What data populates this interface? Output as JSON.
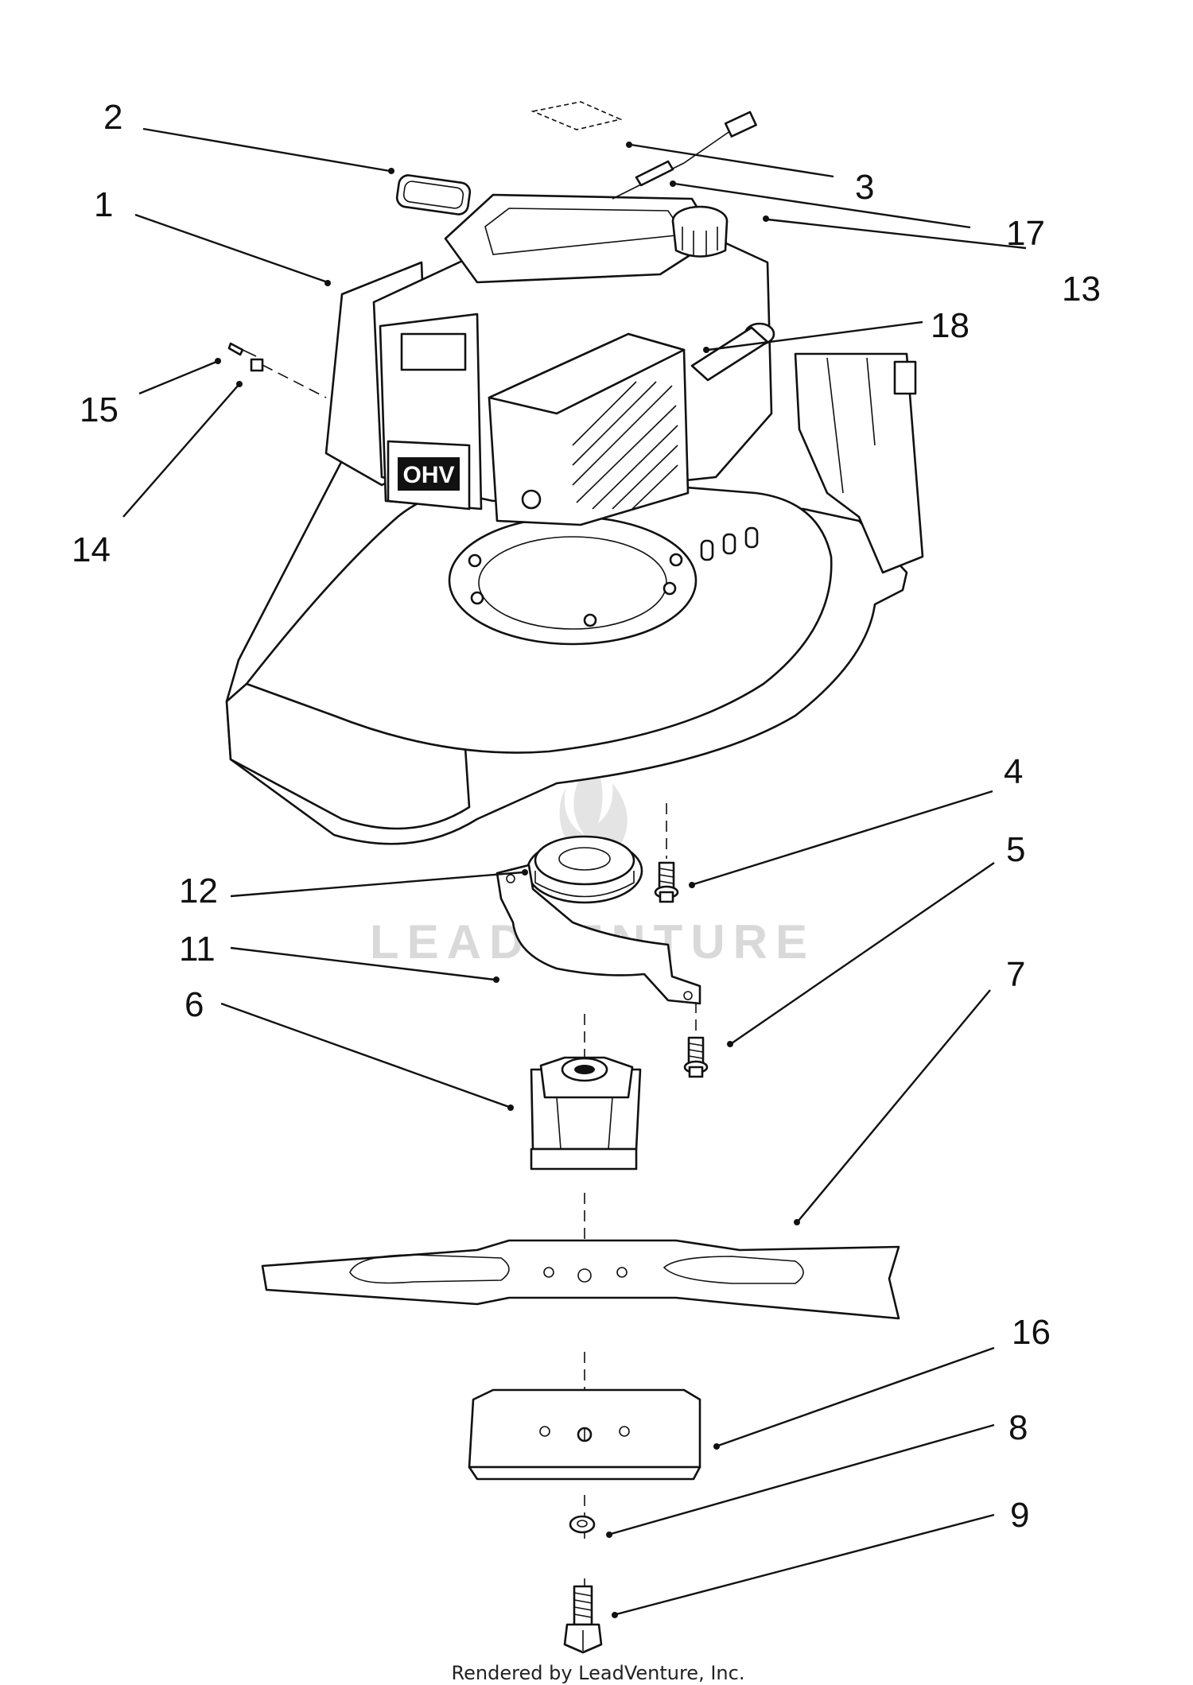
{
  "callouts": {
    "c1": "1",
    "c2": "2",
    "c3": "3",
    "c4": "4",
    "c5": "5",
    "c6": "6",
    "c7": "7",
    "c8": "8",
    "c9": "9",
    "c11": "11",
    "c12": "12",
    "c13": "13",
    "c14": "14",
    "c15": "15",
    "c16": "16",
    "c17": "17",
    "c18": "18"
  },
  "engine_badge": "OHV",
  "watermark": "LEADVENTURE",
  "footer": "Rendered by LeadVenture, Inc."
}
